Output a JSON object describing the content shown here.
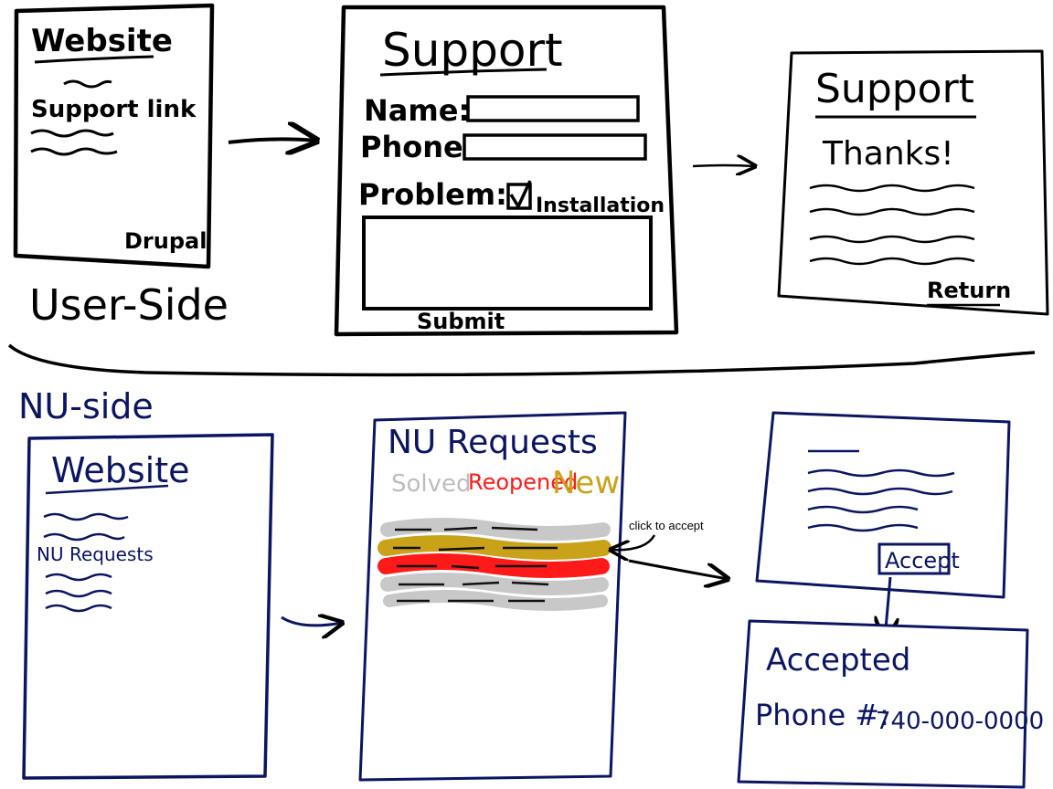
{
  "colors": {
    "user_ink": "#000000",
    "nu_ink": "#0b1560",
    "solved": "#bdbdbd",
    "reopened": "#ff1a1a",
    "new": "#c9a21a",
    "scribble_gray": "#c8c8c8",
    "scribble_gold": "#c9a21a",
    "scribble_red": "#ff1a1a"
  },
  "user_side": {
    "section_label": "User-Side",
    "website_page": {
      "title": "Website",
      "link": "Support link",
      "footer": "Drupal"
    },
    "support_form": {
      "title": "Support",
      "name_label": "Name:",
      "phone_label": "Phone:",
      "problem_label": "Problem:",
      "checkbox_label": "Installation",
      "checkbox_checked": true,
      "submit_label": "Submit"
    },
    "thanks_page": {
      "title": "Support",
      "message": "Thanks!",
      "return_label": "Return"
    }
  },
  "nu_side": {
    "section_label": "NU-side",
    "website_page": {
      "title": "Website",
      "link": "NU Requests"
    },
    "requests_page": {
      "title": "NU Requests",
      "legend": {
        "solved": "Solved",
        "reopened": "Reopened",
        "new": "New"
      },
      "annotation": "click to accept"
    },
    "detail_page": {
      "accept_label": "Accept"
    },
    "accepted_page": {
      "title": "Accepted",
      "phone_label": "Phone #:",
      "phone_value": "740-000-0000"
    }
  }
}
